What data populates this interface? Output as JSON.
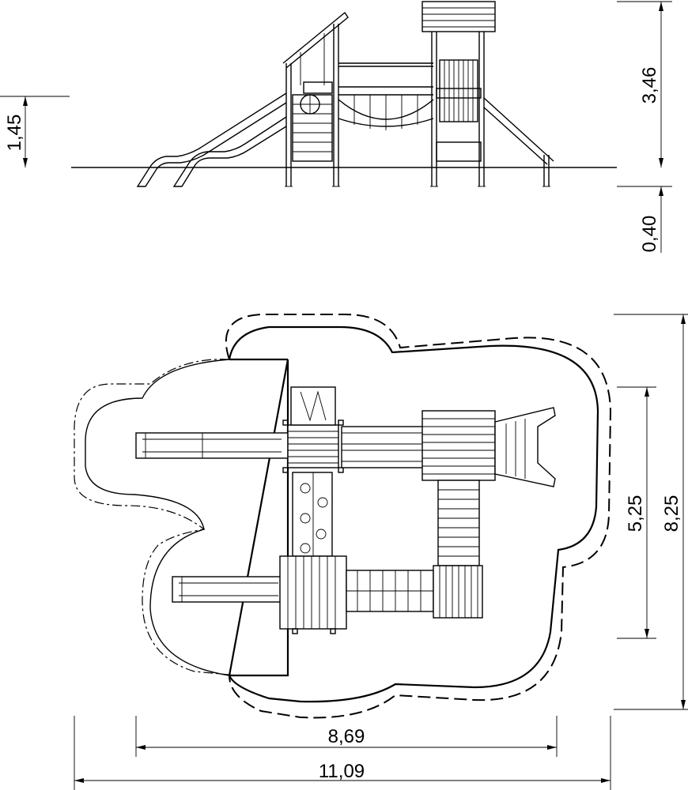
{
  "dimensions": {
    "side_height_1": "1,45",
    "side_total_height": "3,46",
    "side_foundation_depth": "0,40",
    "plan_inner_depth": "5,25",
    "plan_outer_depth": "8,25",
    "plan_inner_width": "8,69",
    "plan_outer_width": "11,09"
  }
}
